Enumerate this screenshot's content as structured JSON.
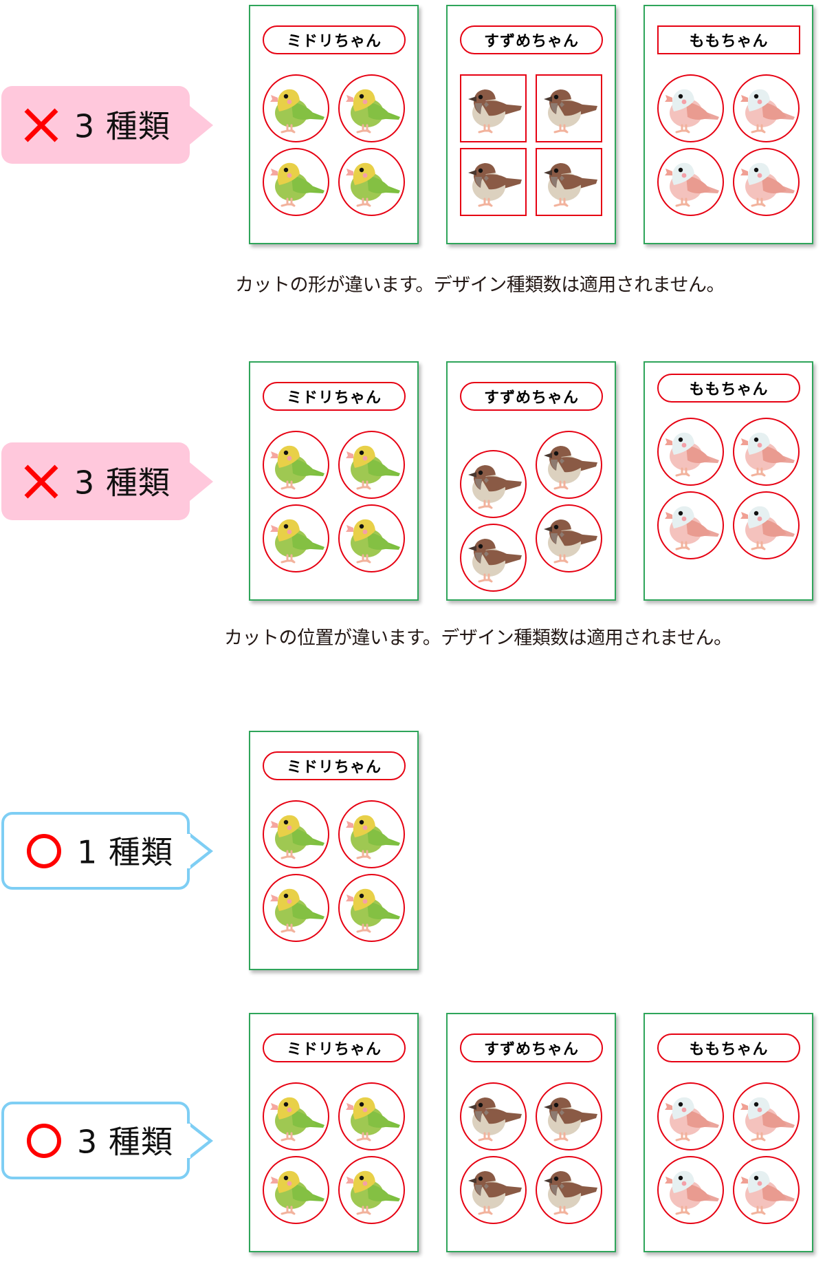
{
  "colors": {
    "ng_bubble_bg": "#ffc8dc",
    "ok_bubble_border": "#7ecef4",
    "mark_red": "#ff0000",
    "cut_line": "#e60012",
    "card_border": "#2ea55a"
  },
  "sections": [
    {
      "verdict": "ng",
      "verdict_icon": "cross-icon",
      "bubble_text": "3 種類",
      "caption": "カットの形が違います。デザイン種類数は適用されません。",
      "cards": [
        {
          "label": "ミドリちゃん",
          "label_shape": "pill",
          "cut_shape": "circle",
          "bird": "green"
        },
        {
          "label": "すずめちゃん",
          "label_shape": "pill",
          "cut_shape": "square",
          "bird": "sparrow"
        },
        {
          "label": "ももちゃん",
          "label_shape": "rect",
          "cut_shape": "circle",
          "bird": "pink"
        }
      ]
    },
    {
      "verdict": "ng",
      "verdict_icon": "cross-icon",
      "bubble_text": "3 種類",
      "caption": "カットの位置が違います。デザイン種類数は適用されません。",
      "cards": [
        {
          "label": "ミドリちゃん",
          "label_shape": "pill",
          "cut_shape": "circle",
          "bird": "green"
        },
        {
          "label": "すずめちゃん",
          "label_shape": "pill",
          "cut_shape": "circle-offset",
          "bird": "sparrow"
        },
        {
          "label": "ももちゃん",
          "label_shape": "pill-raised",
          "cut_shape": "circle-raised",
          "bird": "pink"
        }
      ]
    },
    {
      "verdict": "ok",
      "verdict_icon": "circle-icon",
      "bubble_text": "1 種類",
      "cards": [
        {
          "label": "ミドリちゃん",
          "label_shape": "pill",
          "cut_shape": "circle",
          "bird": "green"
        }
      ]
    },
    {
      "verdict": "ok",
      "verdict_icon": "circle-icon",
      "bubble_text": "3 種類",
      "cards": [
        {
          "label": "ミドリちゃん",
          "label_shape": "pill",
          "cut_shape": "circle",
          "bird": "green"
        },
        {
          "label": "すずめちゃん",
          "label_shape": "pill",
          "cut_shape": "circle",
          "bird": "sparrow"
        },
        {
          "label": "ももちゃん",
          "label_shape": "pill",
          "cut_shape": "circle",
          "bird": "pink"
        }
      ]
    }
  ]
}
